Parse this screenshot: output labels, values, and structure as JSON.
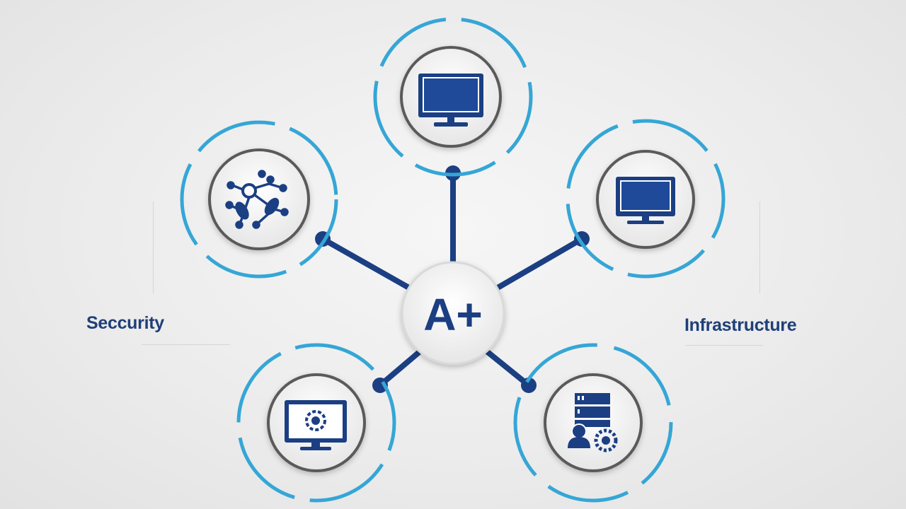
{
  "hub": {
    "label": "A+"
  },
  "labels": {
    "left": "Seccurity",
    "right": "Infrastructure"
  },
  "nodes": [
    {
      "id": "top",
      "icon": "monitor-icon"
    },
    {
      "id": "upper-left",
      "icon": "network-nodes-icon"
    },
    {
      "id": "upper-right",
      "icon": "monitor-icon"
    },
    {
      "id": "lower-left",
      "icon": "monitor-virus-icon"
    },
    {
      "id": "lower-right",
      "icon": "server-user-gear-icon"
    }
  ],
  "colors": {
    "ring": "#35a6d6",
    "navy": "#1b3f82",
    "label": "#1f3f78",
    "disc_border": "#5a5a5a",
    "disc_fill": "#f4f4f4"
  }
}
